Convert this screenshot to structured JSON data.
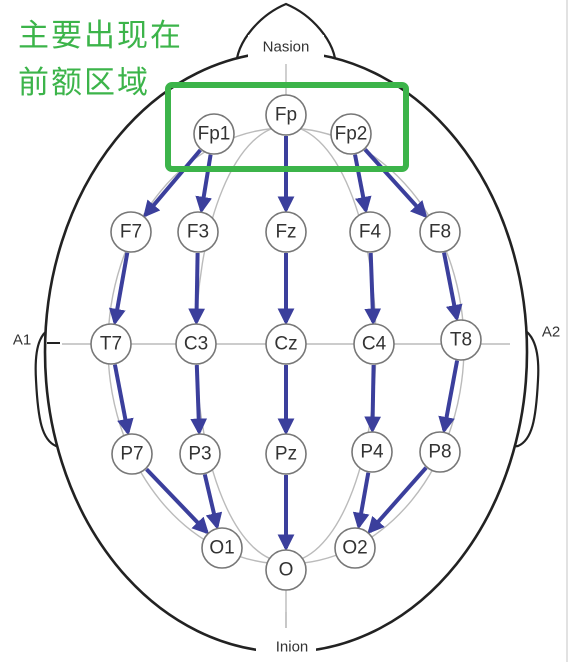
{
  "caption": {
    "line1": "主要出现在",
    "line2": "前额区域"
  },
  "landmarks": {
    "nasion": "Nasion",
    "inion": "Inion",
    "left_ear": "A1",
    "right_ear": "A2"
  },
  "electrodes": [
    {
      "id": "fp",
      "label": "Fp"
    },
    {
      "id": "fp1",
      "label": "Fp1"
    },
    {
      "id": "fp2",
      "label": "Fp2"
    },
    {
      "id": "f7",
      "label": "F7"
    },
    {
      "id": "f3",
      "label": "F3"
    },
    {
      "id": "fz",
      "label": "Fz"
    },
    {
      "id": "f4",
      "label": "F4"
    },
    {
      "id": "f8",
      "label": "F8"
    },
    {
      "id": "t7",
      "label": "T7"
    },
    {
      "id": "c3",
      "label": "C3"
    },
    {
      "id": "cz",
      "label": "Cz"
    },
    {
      "id": "c4",
      "label": "C4"
    },
    {
      "id": "t8",
      "label": "T8"
    },
    {
      "id": "p7",
      "label": "P7"
    },
    {
      "id": "p3",
      "label": "P3"
    },
    {
      "id": "pz",
      "label": "Pz"
    },
    {
      "id": "p4",
      "label": "P4"
    },
    {
      "id": "p8",
      "label": "P8"
    },
    {
      "id": "o1",
      "label": "O1"
    },
    {
      "id": "o",
      "label": "O"
    },
    {
      "id": "o2",
      "label": "O2"
    }
  ],
  "colors": {
    "arrow": "#3b3f9c",
    "highlight": "#3cb44a",
    "caption": "#3cb44a",
    "outline": "#222222",
    "grid": "#bbbbbb"
  }
}
